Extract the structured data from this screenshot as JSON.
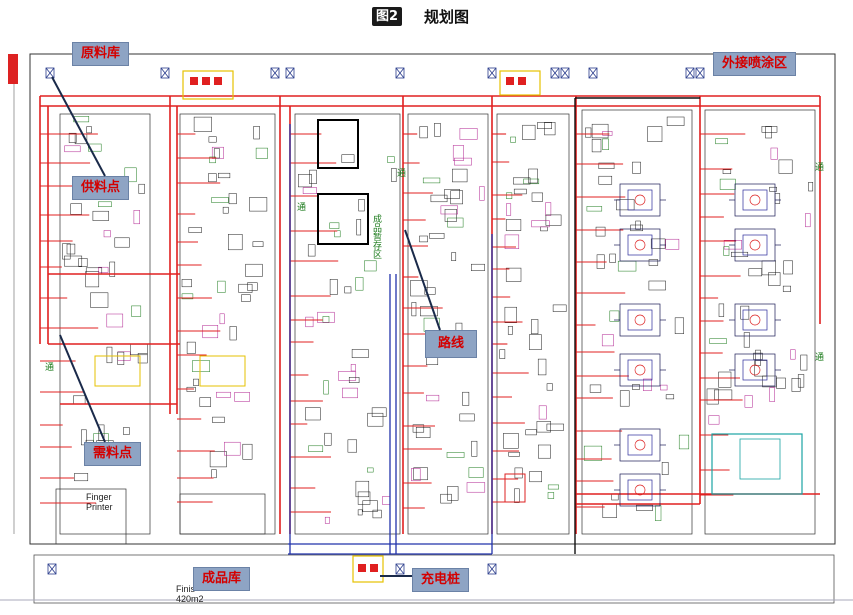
{
  "figure": {
    "badge": "图2",
    "title": "规划图"
  },
  "callouts": {
    "raw_material": "原料库",
    "external_paint": "外接喷涂区",
    "supply_point": "供料点",
    "route": "路线",
    "demand_point": "需料点",
    "finished_goods": "成品库",
    "charging_pile": "充电桩"
  },
  "labels": {
    "finger_printer": "Finger\nPrinter",
    "finish_area": "Finis\n420m2",
    "finished_staging": "成品暂存区"
  },
  "colors": {
    "route_red": "#e02020",
    "route_blue": "#2233aa",
    "callout_bg": "#8ea4c4",
    "callout_text": "#d40000"
  }
}
